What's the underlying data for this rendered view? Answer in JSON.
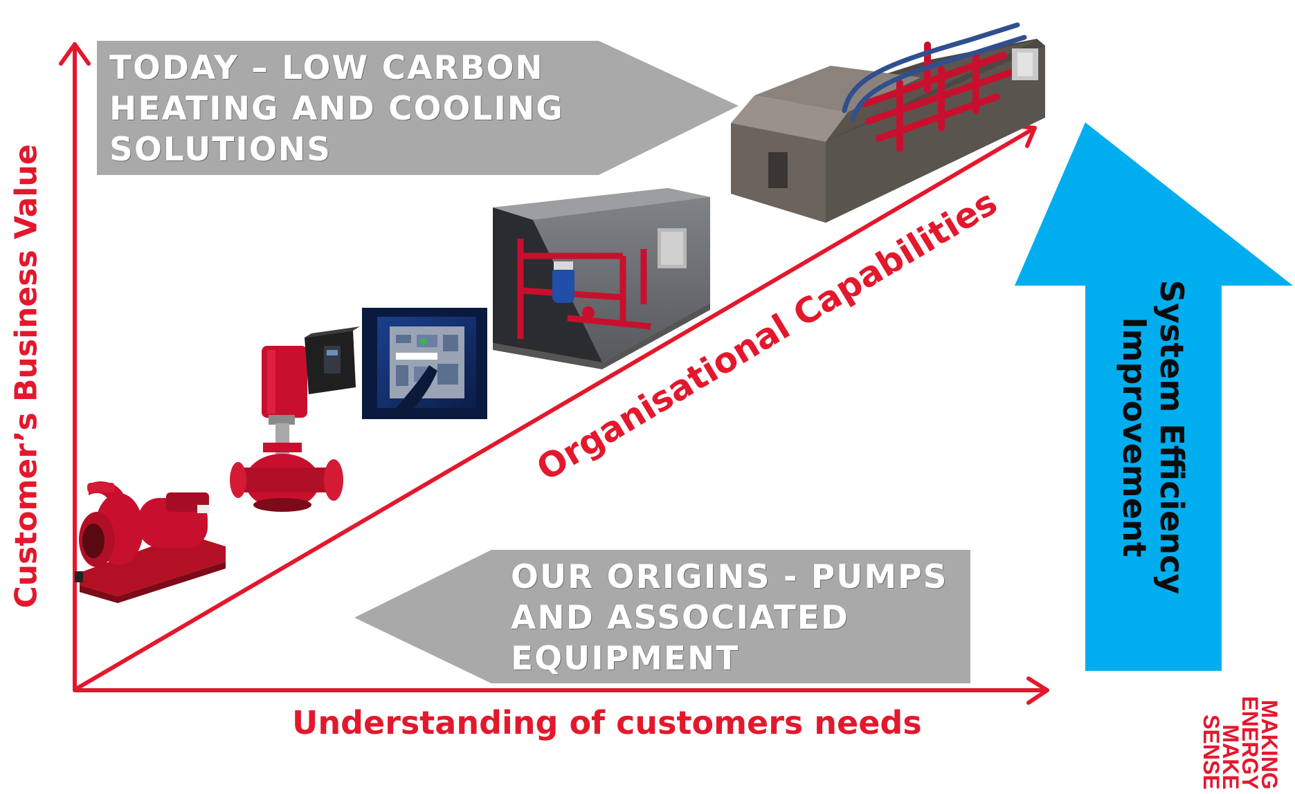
{
  "top_callout": {
    "lines": [
      "TODAY – LOW CARBON",
      "HEATING AND COOLING",
      "SOLUTIONS"
    ]
  },
  "bottom_callout": {
    "lines": [
      "OUR ORIGINS - PUMPS",
      "AND ASSOCIATED",
      "EQUIPMENT"
    ]
  },
  "y_axis_label": "Customer’s Business Value",
  "x_axis_label": "Understanding of customers needs",
  "diagonal_label": "Organisational Capabilities",
  "efficiency_arrow": {
    "lines": [
      "System Efficiency",
      "Improvement"
    ]
  },
  "brand_tagline": [
    "MAKING",
    "ENERGY",
    "MAKE",
    "SENSE"
  ],
  "colors": {
    "axis_red": "#e3182d",
    "callout_gray": "#a9a9a9",
    "arrow_blue": "#00aeef",
    "pump_red": "#c8102e"
  },
  "icons": [
    "end-suction-pump-icon",
    "vertical-inline-pump-icon",
    "touchscreen-control-icon",
    "packaged-plant-room-icon",
    "energy-centre-building-icon"
  ]
}
